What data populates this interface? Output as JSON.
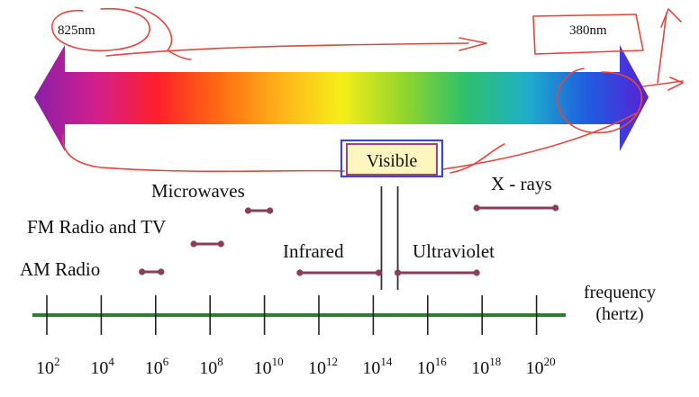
{
  "spectrum": {
    "left_wavelength_label": "825nm",
    "right_wavelength_label": "380nm",
    "gradient_colors": [
      "#8a1fa8",
      "#d21f8c",
      "#ff1f2a",
      "#ff6a12",
      "#ffb21a",
      "#f6ee1a",
      "#93d62a",
      "#2fc06a",
      "#1fb0c8",
      "#1f5de0",
      "#5a1fd6"
    ]
  },
  "visible_label": "Visible",
  "bands": [
    {
      "id": "am-radio",
      "label": "AM Radio",
      "range": [
        5.5,
        6.2
      ]
    },
    {
      "id": "fm-radio-tv",
      "label": "FM Radio and TV",
      "range": [
        7.4,
        8.4
      ]
    },
    {
      "id": "microwaves",
      "label": "Microwaves",
      "range": [
        9.4,
        10.2
      ]
    },
    {
      "id": "infrared",
      "label": "Infrared",
      "range": [
        11.3,
        14.2
      ]
    },
    {
      "id": "ultraviolet",
      "label": "Ultraviolet",
      "range": [
        14.9,
        17.8
      ]
    },
    {
      "id": "x-rays",
      "label": "X - rays",
      "range": [
        17.8,
        20.7
      ]
    }
  ],
  "axis": {
    "title_line1": "frequency",
    "title_line2": "(hertz)",
    "tick_base": "10",
    "ticks": [
      2,
      4,
      6,
      8,
      10,
      12,
      14,
      16,
      18,
      20
    ],
    "min_exponent": 2,
    "max_exponent": 20,
    "line_color": "#2e7d32"
  },
  "visible_markers": [
    14.3,
    14.9
  ]
}
